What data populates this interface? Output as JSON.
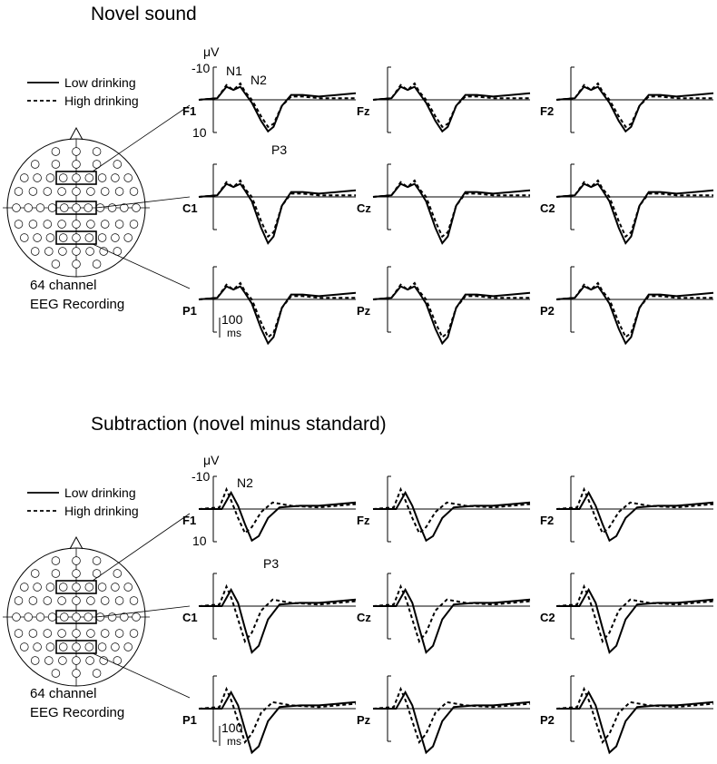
{
  "chart_data": [
    {
      "type": "line",
      "title": "Novel sound",
      "unit": "μV",
      "y_ticks": [
        "-10",
        "10"
      ],
      "ylim": [
        -10,
        10
      ],
      "y_negative_up": true,
      "time_scale_label": "100",
      "time_scale_unit": "ms",
      "legend": [
        "Low drinking",
        "High drinking"
      ],
      "series_styles": [
        "solid",
        "dashed"
      ],
      "component_labels": [
        "N1",
        "N2",
        "P3"
      ],
      "head_caption": [
        "64 channel",
        "EEG Recording"
      ],
      "channels": [
        "F1",
        "Fz",
        "F2",
        "C1",
        "Cz",
        "C2",
        "P1",
        "Pz",
        "P2"
      ],
      "waves": {
        "low": [
          [
            0,
            0
          ],
          [
            40,
            -0.5
          ],
          [
            60,
            -4
          ],
          [
            75,
            -3
          ],
          [
            90,
            -4
          ],
          [
            100,
            -2
          ],
          [
            115,
            1
          ],
          [
            135,
            7
          ],
          [
            150,
            10.5
          ],
          [
            162,
            9
          ],
          [
            180,
            2
          ],
          [
            200,
            -1.5
          ],
          [
            225,
            -1.5
          ],
          [
            260,
            -1
          ],
          [
            300,
            -1.5
          ],
          [
            340,
            -2
          ]
        ],
        "high": [
          [
            0,
            0
          ],
          [
            40,
            -0.5
          ],
          [
            60,
            -4.5
          ],
          [
            75,
            -3
          ],
          [
            90,
            -5
          ],
          [
            100,
            -2.5
          ],
          [
            115,
            0
          ],
          [
            135,
            5.5
          ],
          [
            150,
            9
          ],
          [
            162,
            8
          ],
          [
            180,
            2
          ],
          [
            200,
            -1
          ],
          [
            225,
            -1
          ],
          [
            260,
            -0.5
          ],
          [
            300,
            -0.5
          ],
          [
            340,
            -0.5
          ]
        ]
      }
    },
    {
      "type": "line",
      "title": "Subtraction (novel minus standard)",
      "unit": "μV",
      "y_ticks": [
        "-10",
        "10"
      ],
      "ylim": [
        -10,
        10
      ],
      "y_negative_up": true,
      "time_scale_label": "100",
      "time_scale_unit": "ms",
      "legend": [
        "Low drinking",
        "High drinking"
      ],
      "series_styles": [
        "solid",
        "dashed"
      ],
      "component_labels": [
        "N2",
        "P3"
      ],
      "head_caption": [
        "64 channel",
        "EEG Recording"
      ],
      "channels": [
        "F1",
        "Fz",
        "F2",
        "C1",
        "Cz",
        "C2",
        "P1",
        "Pz",
        "P2"
      ],
      "waves": {
        "low": [
          [
            0,
            0
          ],
          [
            50,
            0
          ],
          [
            70,
            -5
          ],
          [
            85,
            -1
          ],
          [
            100,
            5
          ],
          [
            115,
            10.5
          ],
          [
            130,
            9
          ],
          [
            150,
            3
          ],
          [
            175,
            -0.5
          ],
          [
            220,
            -1
          ],
          [
            260,
            -1
          ],
          [
            300,
            -1.5
          ],
          [
            340,
            -2
          ]
        ],
        "high": [
          [
            0,
            0
          ],
          [
            45,
            -0.5
          ],
          [
            60,
            -6
          ],
          [
            72,
            -2
          ],
          [
            85,
            3
          ],
          [
            100,
            8
          ],
          [
            115,
            6
          ],
          [
            135,
            1
          ],
          [
            160,
            -2
          ],
          [
            200,
            -1
          ],
          [
            260,
            -0.5
          ],
          [
            300,
            -1
          ],
          [
            340,
            -1.5
          ]
        ]
      }
    }
  ]
}
